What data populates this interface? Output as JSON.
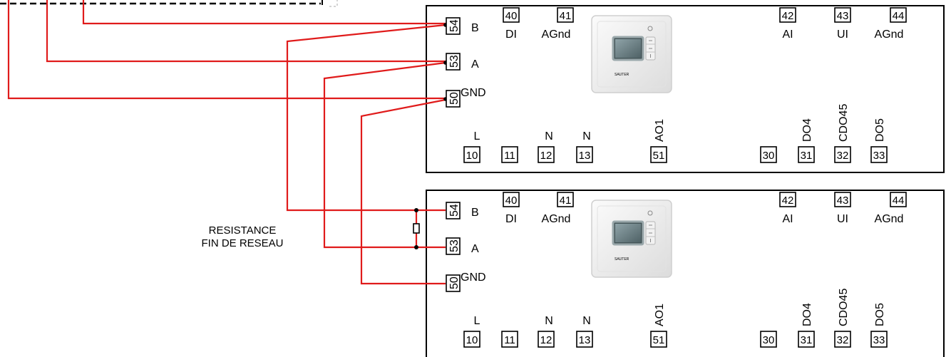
{
  "colors": {
    "wire": "#e01b1b",
    "frame": "#000000",
    "background": "#ffffff"
  },
  "note": {
    "line1": "RESISTANCE",
    "line2": "FIN DE RESEAU"
  },
  "bus_terminals": [
    {
      "id": "t54",
      "num": "54",
      "label": "B"
    },
    {
      "id": "t53",
      "num": "53",
      "label": "A"
    },
    {
      "id": "t50",
      "num": "50",
      "label": "GND"
    }
  ],
  "top_terminals": [
    {
      "id": "t40",
      "num": "40",
      "label": "DI"
    },
    {
      "id": "t41",
      "num": "41",
      "label": "AGnd"
    },
    {
      "id": "t42",
      "num": "42",
      "label": "AI"
    },
    {
      "id": "t43",
      "num": "43",
      "label": "UI"
    },
    {
      "id": "t44",
      "num": "44",
      "label": "AGnd"
    }
  ],
  "bottom_terminals": [
    {
      "id": "t10",
      "num": "10",
      "label": "L"
    },
    {
      "id": "t11",
      "num": "11",
      "label": ""
    },
    {
      "id": "t12",
      "num": "12",
      "label": "N"
    },
    {
      "id": "t13",
      "num": "13",
      "label": "N"
    },
    {
      "id": "t51",
      "num": "51",
      "label": "AO1"
    },
    {
      "id": "t30",
      "num": "30",
      "label": ""
    },
    {
      "id": "t31",
      "num": "31",
      "label": "DO4"
    },
    {
      "id": "t32",
      "num": "32",
      "label": "CDO45"
    },
    {
      "id": "t33",
      "num": "33",
      "label": "DO5"
    }
  ],
  "controllers": [
    {
      "id": "controller-1",
      "brand": "SAUTER"
    },
    {
      "id": "controller-2",
      "brand": "SAUTER"
    }
  ]
}
